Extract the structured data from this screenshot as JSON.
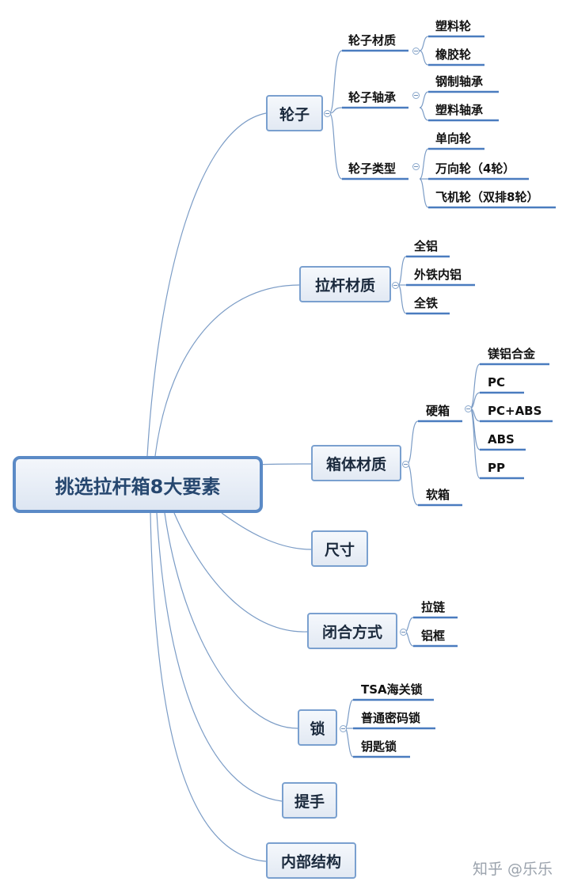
{
  "title": "挑选拉杆箱8大要素",
  "branches": {
    "wheels": {
      "label": "轮子",
      "groups": {
        "material": {
          "label": "轮子材质",
          "items": [
            "塑料轮",
            "橡胶轮"
          ]
        },
        "bearing": {
          "label": "轮子轴承",
          "items": [
            "钢制轴承",
            "塑料轴承"
          ]
        },
        "type": {
          "label": "轮子类型",
          "items": [
            "单向轮",
            "万向轮（4轮）",
            "飞机轮（双排8轮）"
          ]
        }
      }
    },
    "rod": {
      "label": "拉杆材质",
      "items": [
        "全铝",
        "外铁内铝",
        "全铁"
      ]
    },
    "shell": {
      "label": "箱体材质",
      "hard": {
        "label": "硬箱",
        "items": [
          "镁铝合金",
          "PC",
          "PC+ABS",
          "ABS",
          "PP"
        ]
      },
      "soft": {
        "label": "软箱"
      }
    },
    "size": {
      "label": "尺寸"
    },
    "closure": {
      "label": "闭合方式",
      "items": [
        "拉链",
        "铝框"
      ]
    },
    "lock": {
      "label": "锁",
      "items": [
        "TSA海关锁",
        "普通密码锁",
        "钥匙锁"
      ]
    },
    "handle": {
      "label": "提手"
    },
    "interior": {
      "label": "内部结构"
    }
  },
  "watermark": "知乎 @乐乐"
}
